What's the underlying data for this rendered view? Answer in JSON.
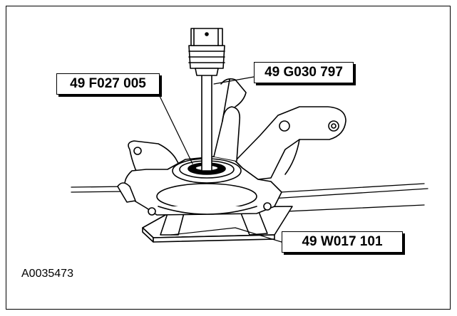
{
  "callouts": {
    "tool_bearing_installer": "49 F027 005",
    "tool_handle": "49 G030 797",
    "tool_support_blocks": "49 W017 101"
  },
  "figure_id": "A0035473"
}
